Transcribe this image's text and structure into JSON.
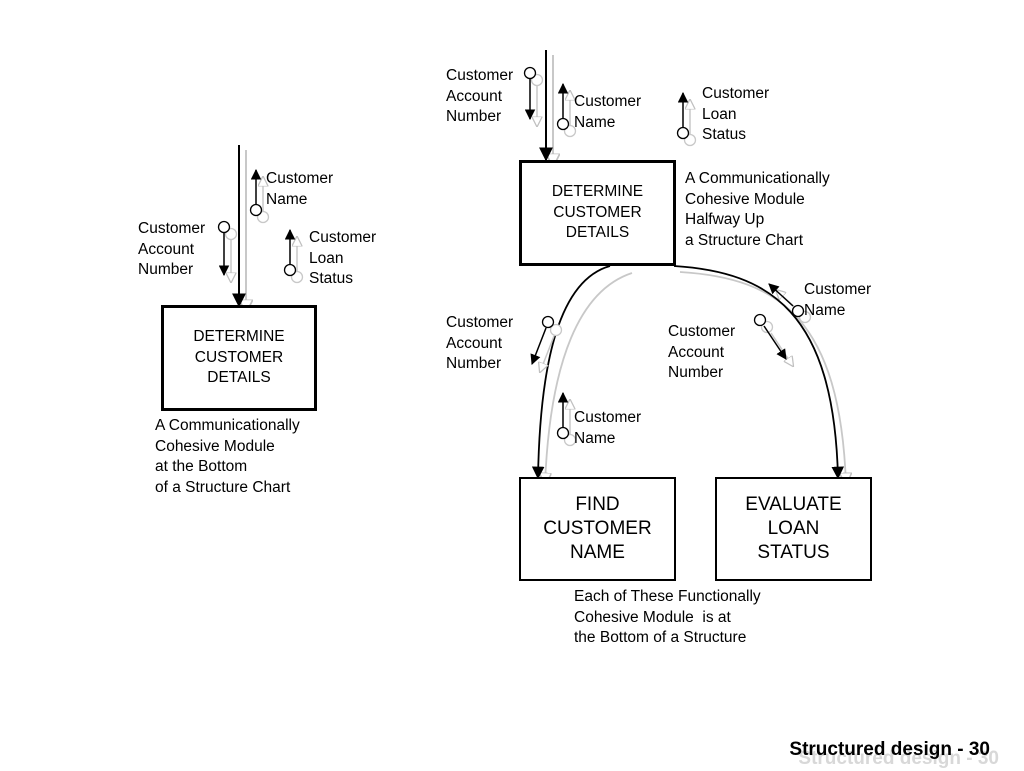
{
  "left": {
    "module_label": "DETERMINE\nCUSTOMER\nDETAILS",
    "couples": {
      "account_number": "Customer\nAccount\nNumber",
      "name": "Customer\nName",
      "loan_status": "Customer\nLoan\nStatus"
    },
    "caption": "A Communicationally\nCohesive Module\nat the Bottom\nof a Structure Chart"
  },
  "right": {
    "top_module_label": "DETERMINE\nCUSTOMER\nDETAILS",
    "top_couples": {
      "account_number": "Customer\nAccount\nNumber",
      "name": "Customer\nName",
      "loan_status": "Customer\nLoan\nStatus"
    },
    "top_caption": "A Communicationally\nCohesive Module\nHalfway Up\na Structure Chart",
    "find_module_label": "FIND\nCUSTOMER\nNAME",
    "find_couples": {
      "account_number": "Customer\nAccount\nNumber",
      "name": "Customer\nName"
    },
    "evaluate_module_label": "EVALUATE\nLOAN\nSTATUS",
    "evaluate_couples": {
      "name": "Customer\nName",
      "account_number": "Customer\nAccount\nNumber"
    },
    "bottom_caption": "Each of These Functionally\nCohesive Module  is at\nthe Bottom of a Structure"
  },
  "footer": {
    "text": "Structured design - 30"
  },
  "colors": {
    "ink": "#000000",
    "shadow": "#c8c8c8",
    "background": "#ffffff"
  }
}
